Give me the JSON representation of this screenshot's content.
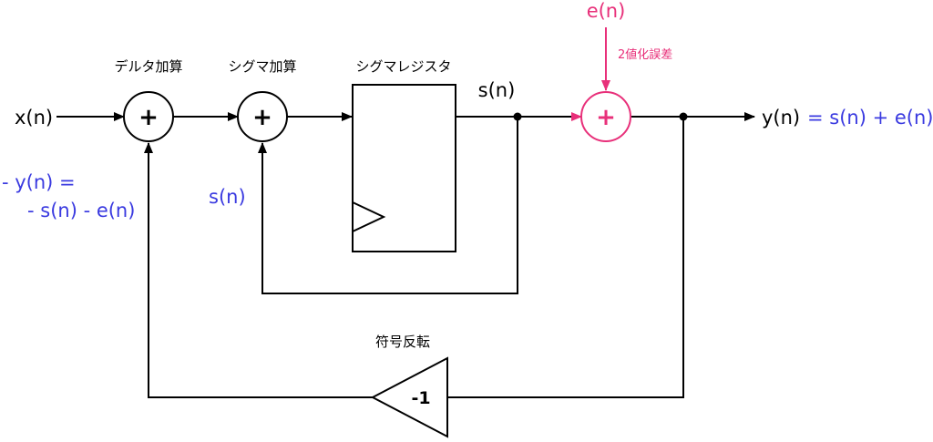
{
  "colors": {
    "line": "#000000",
    "accent": "#e8307a",
    "equation": "#3a3ae0"
  },
  "labels": {
    "delta_sum": "デルタ加算",
    "sigma_sum": "シグマ加算",
    "register": "シグマレジスタ",
    "sign_invert": "符号反転",
    "quant_error": "2値化誤差"
  },
  "signals": {
    "input": "x(n)",
    "s_out": "s(n)",
    "error": "e(n)",
    "output": "y(n)",
    "output_eq": "= s(n) + e(n)",
    "feedback_eq_line1": "- y(n) =",
    "feedback_eq_line2": "- s(n) - e(n)",
    "loop_label": "s(n)"
  },
  "nodes": {
    "sum_symbol": "+",
    "inverter_gain": "-1"
  }
}
